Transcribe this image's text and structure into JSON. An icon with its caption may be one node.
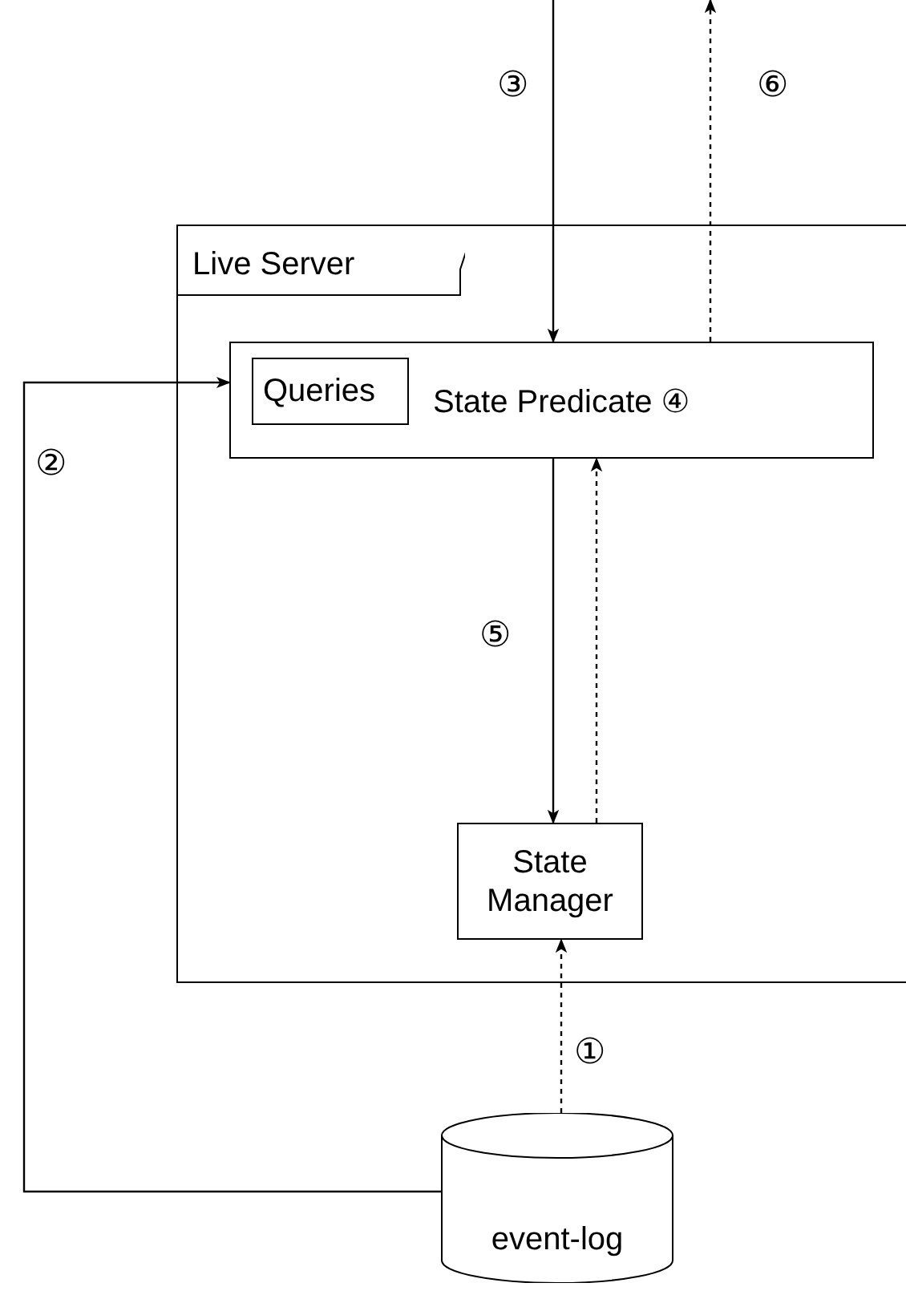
{
  "diagram": {
    "nodes": [
      {
        "text": [
          "Live Server"
        ]
      },
      {
        "text": [
          "State Predicate ④"
        ],
        "in": 0
      },
      {
        "text": [
          "Queries"
        ],
        "in": 1
      },
      {
        "text": [
          "State Manager"
        ],
        "in": 0
      },
      {
        "text": [
          "event-log"
        ]
      }
    ],
    "edges": [
      {
        "from": null,
        "to": 1,
        "arrow": "to",
        "label": "③"
      },
      {
        "from": 1,
        "to": null,
        "arrow": "to",
        "label": "⑥",
        "style": "dashed"
      },
      {
        "from": 1,
        "to": 3,
        "arrow": "to",
        "label": "⑤"
      },
      {
        "from": 3,
        "to": 1,
        "arrow": "to",
        "style": "dashed"
      },
      {
        "from": 4,
        "to": 3,
        "arrow": "to",
        "label": "①",
        "style": "dashed"
      },
      {
        "from": 4,
        "to": 1,
        "arrow": "to",
        "label": "②"
      }
    ]
  }
}
